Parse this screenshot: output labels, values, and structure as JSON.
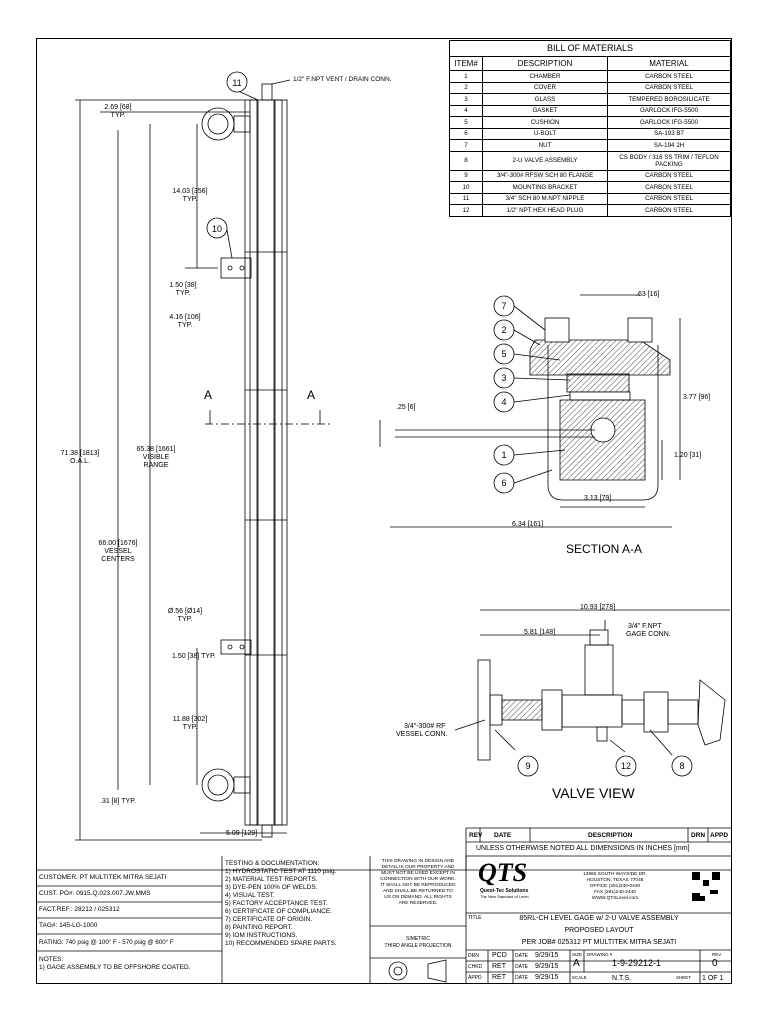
{
  "bom": {
    "title": "BILL OF MATERIALS",
    "headers": [
      "ITEM#",
      "DESCRIPTION",
      "MATERIAL"
    ],
    "rows": [
      [
        "1",
        "CHAMBER",
        "CARBON STEEL"
      ],
      [
        "2",
        "COVER",
        "CARBON STEEL"
      ],
      [
        "3",
        "GLASS",
        "TEMPERED BOROSILICATE"
      ],
      [
        "4",
        "GASKET",
        "GARLOCK IFG-5500"
      ],
      [
        "5",
        "CUSHION",
        "GARLOCK IFG-5500"
      ],
      [
        "6",
        "U-BOLT",
        "SA-193 B7"
      ],
      [
        "7",
        "NUT",
        "SA-194 2H"
      ],
      [
        "8",
        "2-U VALVE ASSEMBLY",
        "CS BODY / 316 SS TRIM / TEFLON PACKING"
      ],
      [
        "9",
        "3/4\"-300# RFSW SCH 80 FLANGE",
        "CARBON STEEL"
      ],
      [
        "10",
        "MOUNTING BRACKET",
        "CARBON STEEL"
      ],
      [
        "11",
        "3/4\" SCH 80 M.NPT NIPPLE",
        "CARBON STEEL"
      ],
      [
        "12",
        "1/2\" NPT HEX HEAD PLUG",
        "CARBON STEEL"
      ]
    ]
  },
  "gauge": {
    "vent_note": "1/2\" F.NPT VENT / DRAIN CONN.",
    "dim_top": "2.69 [68]",
    "dim_top_typ": "TYP.",
    "dim_14": "14.03 [356]",
    "dim_14_typ": "TYP.",
    "dim_150": "1.50 [38]",
    "dim_150_typ": "TYP.",
    "dim_416": "4.16 [106]",
    "dim_416_typ": "TYP.",
    "dim_oal": "71.38 [1813]",
    "dim_oal_sub": "O.A.L.",
    "dim_vis": "65.38 [1661]",
    "dim_vis_sub1": "VISIBLE",
    "dim_vis_sub2": "RANGE",
    "dim_vc": "66.00 [1676]",
    "dim_vc_sub1": "VESSEL",
    "dim_vc_sub2": "CENTERS",
    "dim_056": "Ø.56 [Ø14]",
    "dim_056_typ": "TYP.",
    "dim_150b": "1.50 [38] TYP.",
    "dim_1188": "11.88 [302]",
    "dim_1188_typ": "TYP.",
    "dim_31": ".31 [8] TYP.",
    "dim_509": "5.09 [129]",
    "section_mark": "A",
    "balloon_11": "11",
    "balloon_10": "10"
  },
  "section": {
    "dim_63": ".63 [16]",
    "dim_25": ".25 [6]",
    "dim_377": "3.77 [96]",
    "dim_120": "1.20 [31]",
    "dim_313": "3.13 [79]",
    "dim_634": "6.34 [161]",
    "title": "SECTION A-A",
    "balloons": [
      "7",
      "2",
      "5",
      "3",
      "4",
      "1",
      "6"
    ]
  },
  "valve": {
    "dim_1093": "10.93 [278]",
    "dim_581": "5.81 [148]",
    "gage_conn_1": "3/4\" F.NPT",
    "gage_conn_2": "GAGE CONN.",
    "vessel_conn_1": "3/4\"-300# RF",
    "vessel_conn_2": "VESSEL CONN.",
    "title": "VALVE VIEW",
    "balloons": [
      "9",
      "12",
      "8"
    ]
  },
  "revision": {
    "headers": [
      "REV",
      "DATE",
      "DESCRIPTION",
      "DRN",
      "APPD"
    ],
    "units_note": "UNLESS OTHERWISE NOTED ALL DIMENSIONS IN INCHES [mm]"
  },
  "customer": {
    "customer": "CUSTOMER: PT MULTITEK MITRA SEJATI",
    "po": "CUST. PO#: 0915.Q.023.007.JW.MMS",
    "fact": "FACT.REF.: 28212 / 025312",
    "tag": "TAG#: 145-LG-1000",
    "rating": "RATING: 740 psig @ 100° F - 570 psig @ 600° F",
    "notes_label": "NOTES:",
    "note1": "1) GAGE ASSEMBLY TO BE OFFSHORE COATED."
  },
  "testing": {
    "title": "TESTING & DOCUMENTATION:",
    "items": [
      "1) HYDROSTATIC TEST AT 1110 psig.",
      "2) MATERIAL TEST REPORTS.",
      "3) DYE-PEN 100% OF WELDS.",
      "4) VISUAL TEST.",
      "5) FACTORY ACCEPTANCE TEST.",
      "6) CERTIFICATE OF COMPLIANCE.",
      "7) CERTIFICATE OF ORIGIN.",
      "8) PAINTING REPORT.",
      "9) IOM INSTRUCTIONS.",
      "10) RECOMMENDED SPARE PARTS."
    ]
  },
  "proprietary": {
    "lines": [
      "THIS DRAWING IN DESIGN AND",
      "DETAIL IS OUR PROPERTY AND",
      "MUST NOT BE USED EXCEPT IN",
      "CONNECTION WITH OUR WORK.",
      "IT SHALL NOT BE REPRODUCED",
      "AND SHALL BE RETURNED TO",
      "US ON DEMAND. ALL RIGHTS",
      "ARE RESERVED."
    ],
    "proj1": "SIMETRIC",
    "proj2": "THIRD ANGLE PROJECTION"
  },
  "company": {
    "logo": "QTS",
    "logo_sub1": "Quest-Tec Solutions",
    "logo_sub2": "The New Standard of Level",
    "address": [
      "13960 SOUTH WAYSIDE DR.",
      "HOUSTON, TEXAS 77048",
      "OFFICE (281)240-0440",
      "FAX (281)240-2440",
      "WWW.QTSLevel.com"
    ]
  },
  "titleblock": {
    "title_label": "TITLE",
    "title1": "85RL-CH LEVEL GAGE w/ 2-U VALVE ASSEMBLY",
    "title2": "PROPOSED LAYOUT",
    "title3": "PER JOB# 025312 PT MULTITEK MITRA SEJATI",
    "drn_label": "DRN",
    "drn": "PCD",
    "drn_date_label": "DATE",
    "drn_date": "9/29/15",
    "chkd_label": "CHKD",
    "chkd": "RET",
    "chkd_date_label": "DATE",
    "chkd_date": "9/29/15",
    "appd_label": "APPD",
    "appd": "RET",
    "appd_date_label": "DATE",
    "appd_date": "9/29/15",
    "size_label": "SIZE",
    "size": "A",
    "drawing_label": "DRAWING #",
    "drawing": "1-9-29212-1",
    "rev_label": "REV",
    "rev": "0",
    "scale_label": "SCALE",
    "scale": "N.T.S.",
    "sheet_label": "SHEET",
    "sheet": "1 OF 1"
  }
}
